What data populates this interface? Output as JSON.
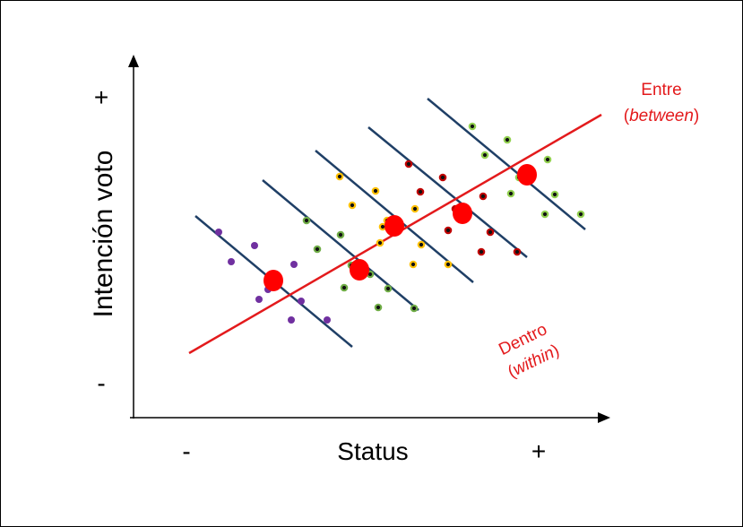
{
  "axes": {
    "y_label": "Intención voto",
    "y_plus": "+",
    "y_minus": "-",
    "x_label": "Status",
    "x_minus": "-",
    "x_plus": "+"
  },
  "labels": {
    "between_word": "Entre",
    "between_open": "(",
    "between_italic": "between",
    "between_close": ")",
    "within_word": "Dentro",
    "within_open": "(",
    "within_italic": "within",
    "within_close": ")"
  },
  "colors": {
    "axis": "#000000",
    "within_line": "#1f3f66",
    "between_line": "#e31a1c",
    "group_mean": "#ff0000",
    "label_red": "#e31a1c",
    "groups": [
      "#7030a0",
      "#70ad47",
      "#ffc000",
      "#c00000",
      "#92d050"
    ]
  }
}
